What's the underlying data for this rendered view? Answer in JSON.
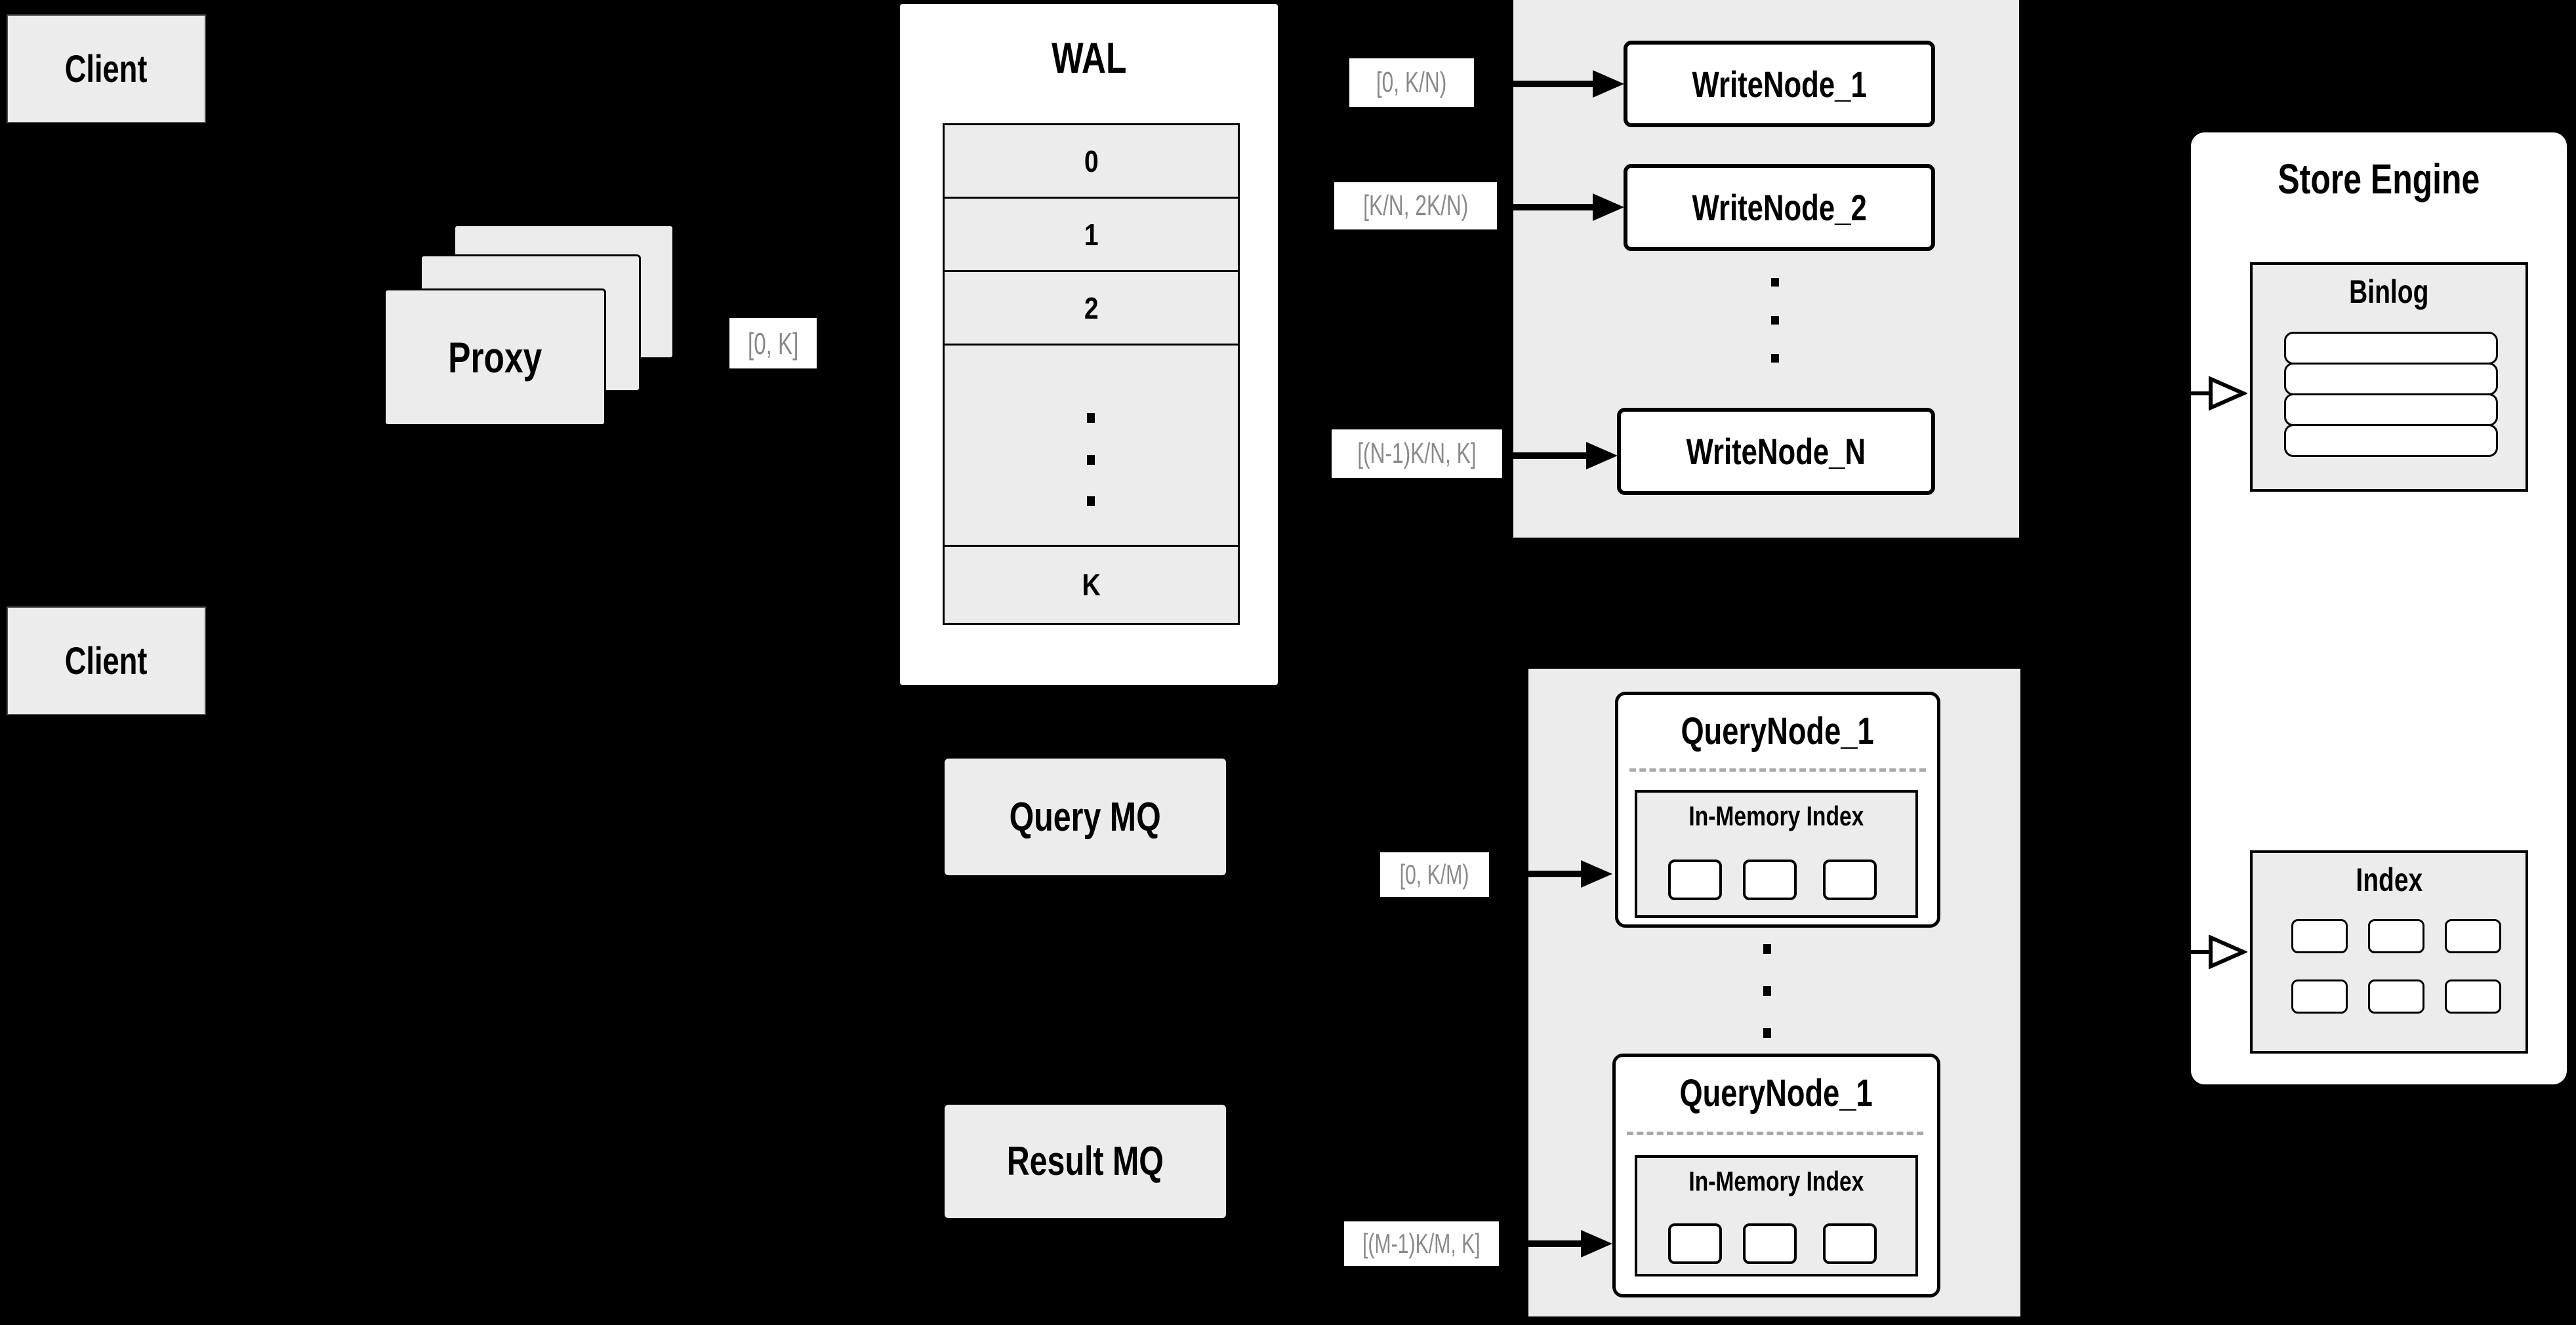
{
  "colors": {
    "background": "#000000",
    "box_gray": "#ececec",
    "white": "#ffffff",
    "border_black": "#000000",
    "range_label_text": "#8a8a8a",
    "dashed_divider": "#a9a9a9"
  },
  "clients": {
    "top": "Client",
    "bottom": "Client"
  },
  "proxy": {
    "title": "Proxy",
    "range": "[0, K]"
  },
  "wal": {
    "title": "WAL",
    "rows": [
      "0",
      "1",
      "2"
    ],
    "last_row": "K"
  },
  "write_group": {
    "nodes": [
      {
        "label": "WriteNode_1",
        "range": "[0,  K/N)"
      },
      {
        "label": "WriteNode_2",
        "range": "[K/N, 2K/N)"
      },
      {
        "label": "WriteNode_N",
        "range": "[(N-1)K/N,  K]"
      }
    ]
  },
  "mq": {
    "query": "Query MQ",
    "result": "Result MQ"
  },
  "query_group": {
    "nodes": [
      {
        "label": "QueryNode_1",
        "index_title": "In-Memory Index",
        "range": "[0, K/M)"
      },
      {
        "label": "QueryNode_1",
        "index_title": "In-Memory Index",
        "range": "[(M-1)K/M, K]"
      }
    ]
  },
  "store": {
    "title": "Store Engine",
    "binlog": "Binlog",
    "index": "Index"
  }
}
